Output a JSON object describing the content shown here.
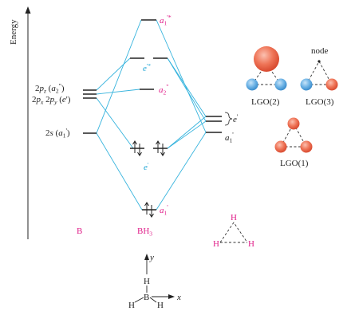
{
  "axis": {
    "label": "Energy"
  },
  "left_labels": {
    "line1_pre": "2",
    "line1_p": "p",
    "line1_z": "z",
    "line1_open": " (",
    "line1_a": "a",
    "line1_sub": "2",
    "line1_sup": "\"",
    "line1_close": ")",
    "line2_pre": "2",
    "line2_px": "p",
    "line2_x": "x",
    "line2_mid": " 2",
    "line2_py": "p",
    "line2_y": "y",
    "line2_open": " (",
    "line2_e": "e",
    "line2_prime": "'",
    "line2_close": ")",
    "line3_pre": "2",
    "line3_s": "s",
    "line3_open": " (",
    "line3_a": "a",
    "line3_sub": "1",
    "line3_sup": "'",
    "line3_close": ")"
  },
  "mo_labels": {
    "a1star": {
      "a": "a",
      "sub": "1",
      "sup": "'*"
    },
    "estar": {
      "e": "e",
      "sup": "'*"
    },
    "a2": {
      "a": "a",
      "sub": "2",
      "sup": "\""
    },
    "e": {
      "e": "e",
      "sup": "'"
    },
    "a1": {
      "a": "a",
      "sub": "1",
      "sup": "'"
    }
  },
  "right_labels": {
    "e": {
      "e": "e",
      "sup": "'"
    },
    "a1": {
      "a": "a",
      "sub": "1",
      "sup": "'"
    }
  },
  "bottom": {
    "b": "B",
    "bh": "BH",
    "bh_sub": "3"
  },
  "lgo": {
    "lgo2": "LGO(2)",
    "lgo3": "LGO(3)",
    "lgo1": "LGO(1)",
    "node": "node"
  },
  "triangle_atoms": {
    "top": "H",
    "left": "H",
    "right": "H"
  },
  "geometry": {
    "y": "y",
    "x": "x",
    "b": "B",
    "h_top": "H",
    "h_left": "H",
    "h_right": "H"
  },
  "colors": {
    "magenta": "#e0208a",
    "cyan": "#1aa3d4",
    "red": "#e8604c",
    "blue": "#5aa8e0"
  }
}
